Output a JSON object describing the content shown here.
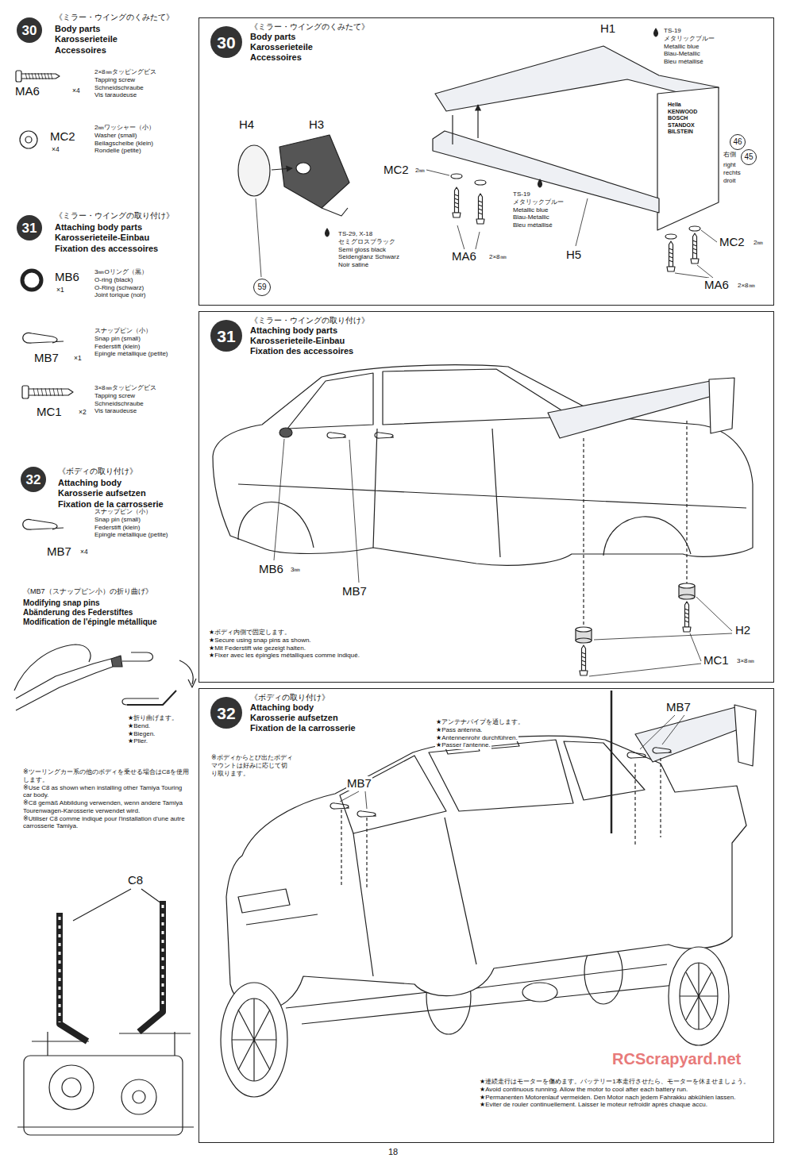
{
  "diagram": {
    "nodes": [
      {
        "text": [
          "30"
        ]
      },
      {
        "text": [
          "31"
        ]
      },
      {
        "text": [
          "32"
        ]
      },
      {
        "text": [
          "《ミラー・ウイングのくみたて》",
          "Body parts",
          "Karosserieteile",
          "Accessoires"
        ]
      },
      {
        "text": [
          "30"
        ],
        "in": 3
      },
      {
        "text": [
          "46"
        ],
        "in": 3
      },
      {
        "text": [
          "45"
        ],
        "in": 3
      },
      {
        "text": [
          "59"
        ],
        "in": 3
      },
      {
        "text": [
          "《ミラー・ウイングの取り付け》",
          "Attaching body parts",
          "Karosserieteile-Einbau",
          "Fixation des accessoires"
        ]
      },
      {
        "text": [
          "31"
        ],
        "in": 8
      },
      {
        "text": [
          "《ボディの取り付け》",
          "Attaching body",
          "Karosserie aufsetzen",
          "Fixation de la carrosserie"
        ]
      },
      {
        "text": [
          "32"
        ],
        "in": 10
      }
    ],
    "labels": [
      "《ミラー・ウイングのくみたて》",
      "Body parts",
      "Karosserieteile",
      "Accessoires",
      "2×8㎜タッピングビス",
      "Tapping screw",
      "Schneidschraube",
      "Vis taraudeuse",
      "MA6",
      "×4",
      "2㎜ワッシャー（小）",
      "Washer (small)",
      "Beilagscheibe (klein)",
      "Rondelle (petite)",
      "MC2",
      "×4",
      "《ミラー・ウイングの取り付け》",
      "Attaching body parts",
      "Karosserieteile-Einbau",
      "Fixation des accessoires",
      "3㎜Oリング（黒）",
      "O-ring (black)",
      "O-Ring (schwarz)",
      "Joint torique (noir)",
      "MB6",
      "×1",
      "スナップピン（小）",
      "Snap pin (small)",
      "Federstift (klein)",
      "Epingle métallique (petite)",
      "MB7",
      "×1",
      "3×8㎜タッピングビス",
      "Tapping screw",
      "Schneidschraube",
      "Vis taraudeuse",
      "MC1",
      "×2",
      "《ボディの取り付け》",
      "Attaching body",
      "Karosserie aufsetzen",
      "Fixation de la carrosserie",
      "スナップピン（小）",
      "Snap pin (small)",
      "Federstift (klein)",
      "Epingle métallique (petite)",
      "MB7",
      "×4",
      "《MB7（スナップピン小）の折り曲げ》",
      "Modifying snap pins",
      "Abänderung des Federstiftes",
      "Modification de l'épingle métallique",
      "★折り曲げます。",
      "★Bend.",
      "★Biegen.",
      "★Plier.",
      "※ツーリングカー系の他のボディを乗せる場合はC8を使用します。",
      "※Use C8 as shown when installing other Tamiya Touring car body.",
      "※C8 gemäß Abbildung verwenden, wenn andere Tamiya Tourenwagen-Karosserie verwendet wird.",
      "※Utiliser C8 comme indiqué pour l'installation d'une autre carrosserie Tamiya.",
      "C8",
      "H1",
      "TS-19",
      "メタリックブルー",
      "Metallic blue",
      "Blau-Metallic",
      "Bleu métallisé",
      "H4",
      "H3",
      "TS-29, X-18",
      "セミグロスブラック",
      "Semi gloss black",
      "Seidenglanz Schwarz",
      "Noir satiné",
      "MC2",
      "2㎜",
      "TS-19",
      "メタリックブルー",
      "Metallic blue",
      "Blau-Metallic",
      "Bleu métallisé",
      "H5",
      "MA6",
      "2×8㎜",
      "右側",
      "right",
      "rechts",
      "droit",
      "MC2",
      "2㎜",
      "MA6",
      "2×8㎜",
      "Hella",
      "KENWOOD",
      "BOSCH",
      "STANDOX",
      "BILSTEIN",
      "MB6",
      "3㎜",
      "MB7",
      "H2",
      "MC1",
      "3×8㎜",
      "★ボディ内側で固定します。",
      "★Secure using snap pins as shown.",
      "★Mit Federstift wie gezeigt halten.",
      "★Fixer avec les épingles métalliques comme indiqué.",
      "※ボディからとび出たボディマウントは好みに応じて切り取ります。",
      "★アンテナパイプを通します。",
      "★Pass antenna.",
      "★Antennenrohr durchführen.",
      "★Passer l'antenne.",
      "MB7",
      "MB7",
      "★連続走行はモーターを傷めます。バッテリー1本走行させたら、モーターを休ませましょう。",
      "★Avoid continuous running. Allow the motor to cool after each battery run.",
      "★Permanenten Motorenlauf vermeiden. Den Motor nach jedem Fahrakku abkühlen lassen.",
      "★Eviter de rouler continuellement. Laisser le moteur refroidir après chaque accu.",
      "RCScrapyard.net",
      "18"
    ]
  }
}
